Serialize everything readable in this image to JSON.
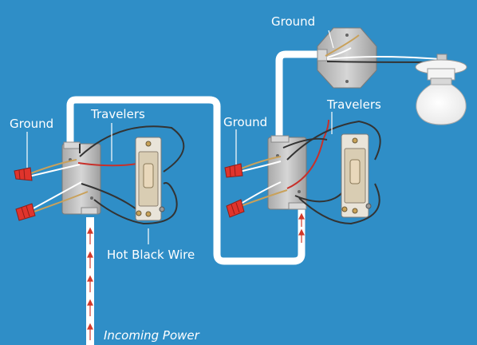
{
  "labels": {
    "ground_top": "Ground",
    "travelers_left": "Travelers",
    "travelers_right": "Travelers",
    "ground_left": "Ground",
    "ground_middle": "Ground",
    "hot_black_wire": "Hot Black Wire",
    "incoming_power": "Incoming Power"
  },
  "colors": {
    "background": "#2f8ec7",
    "conduit": "#ffffff",
    "power_arrow": "#d2392b",
    "box": "#bfbfbf",
    "wire_nut": "#e0342c",
    "switch": "#e9d8bb",
    "bulb": "#ffffff"
  },
  "icons": [
    "switch-box-icon",
    "three-way-switch-icon",
    "wire-nut-icon",
    "junction-box-icon",
    "light-bulb-icon"
  ]
}
